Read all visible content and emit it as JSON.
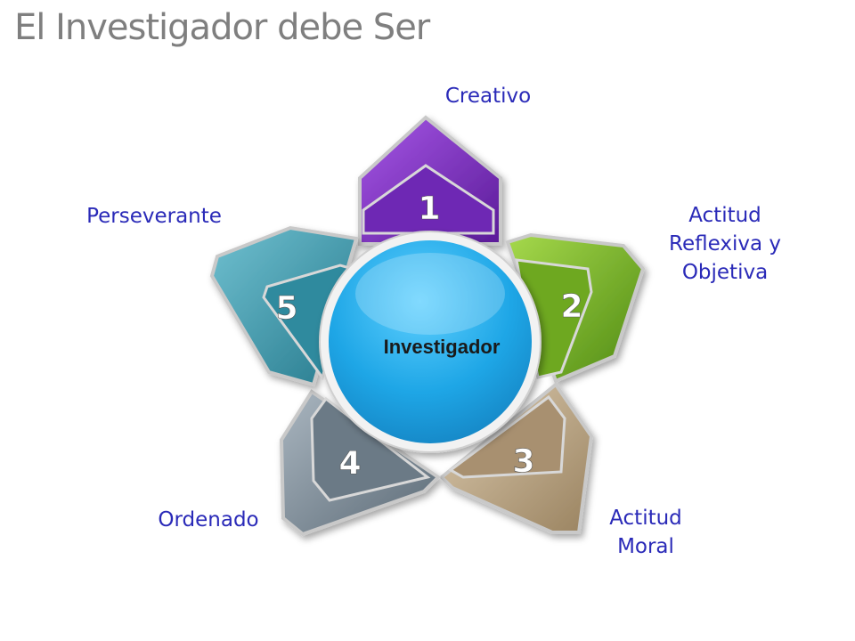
{
  "title": "El Investigador debe Ser",
  "center": "Investigador",
  "items": [
    {
      "number": "1",
      "label": "Creativo",
      "color": "#7a2fc4"
    },
    {
      "number": "2",
      "label": "Actitud\nReflexiva y\nObjetiva",
      "color": "#7db52a"
    },
    {
      "number": "3",
      "label": "Actitud\nMoral",
      "color": "#b5a07e"
    },
    {
      "number": "4",
      "label": "Ordenado",
      "color": "#7d8c98"
    },
    {
      "number": "5",
      "label": "Perseverante",
      "color": "#3a93a6"
    }
  ],
  "colors": {
    "label": "#2a2ab8",
    "title": "#7f7f7f",
    "center": "#1ea6e6"
  }
}
